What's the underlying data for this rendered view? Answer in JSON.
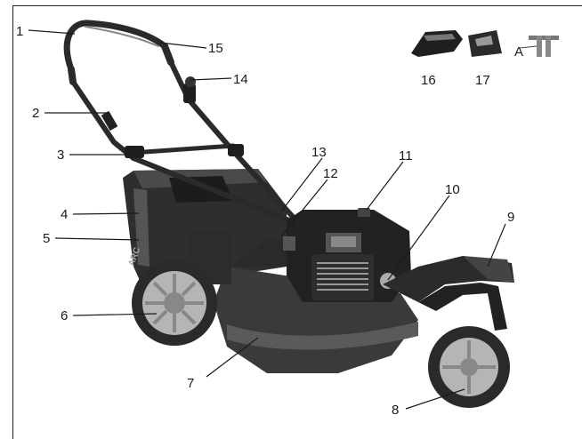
{
  "diagram": {
    "callouts": {
      "c1": "1",
      "c2": "2",
      "c3": "3",
      "c4": "4",
      "c5": "5",
      "c6": "6",
      "c7": "7",
      "c8": "8",
      "c9": "9",
      "c10": "10",
      "c11": "11",
      "c12": "12",
      "c13": "13",
      "c14": "14",
      "c15": "15"
    },
    "accessories": {
      "a16": "16",
      "a17": "17",
      "tool_letter": "A"
    },
    "icons": {
      "accessory_16": "mulching-plug-icon",
      "accessory_17": "side-discharge-chute-icon",
      "accessory_tool": "spark-plug-wrench-icon"
    },
    "colors": {
      "ink": "#1a1a1a",
      "deck": "#3a3a3a",
      "wheel_hub": "#b5b5b5",
      "background": "#ffffff"
    }
  }
}
